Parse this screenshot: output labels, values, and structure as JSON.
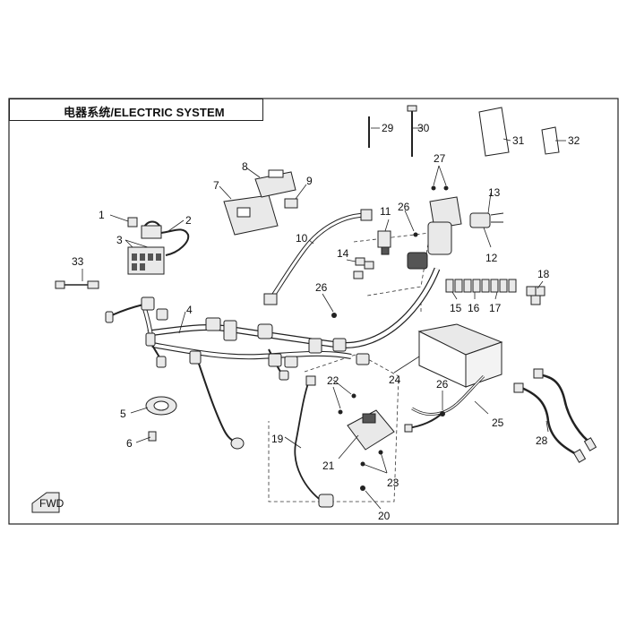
{
  "title": "电器系统/ELECTRIC SYSTEM",
  "callouts": [
    "1",
    "2",
    "3",
    "4",
    "5",
    "6",
    "7",
    "8",
    "9",
    "10",
    "11",
    "12",
    "13",
    "14",
    "15",
    "16",
    "17",
    "18",
    "19",
    "20",
    "21",
    "22",
    "23",
    "24",
    "25",
    "26",
    "26",
    "26",
    "27",
    "28",
    "29",
    "30",
    "31",
    "32",
    "33"
  ],
  "fwd_marker": "FWD",
  "colors": {
    "line": "#222222",
    "part_fill": "#e9e9e9",
    "dark_fill": "#555555",
    "paper": "#ffffff"
  }
}
